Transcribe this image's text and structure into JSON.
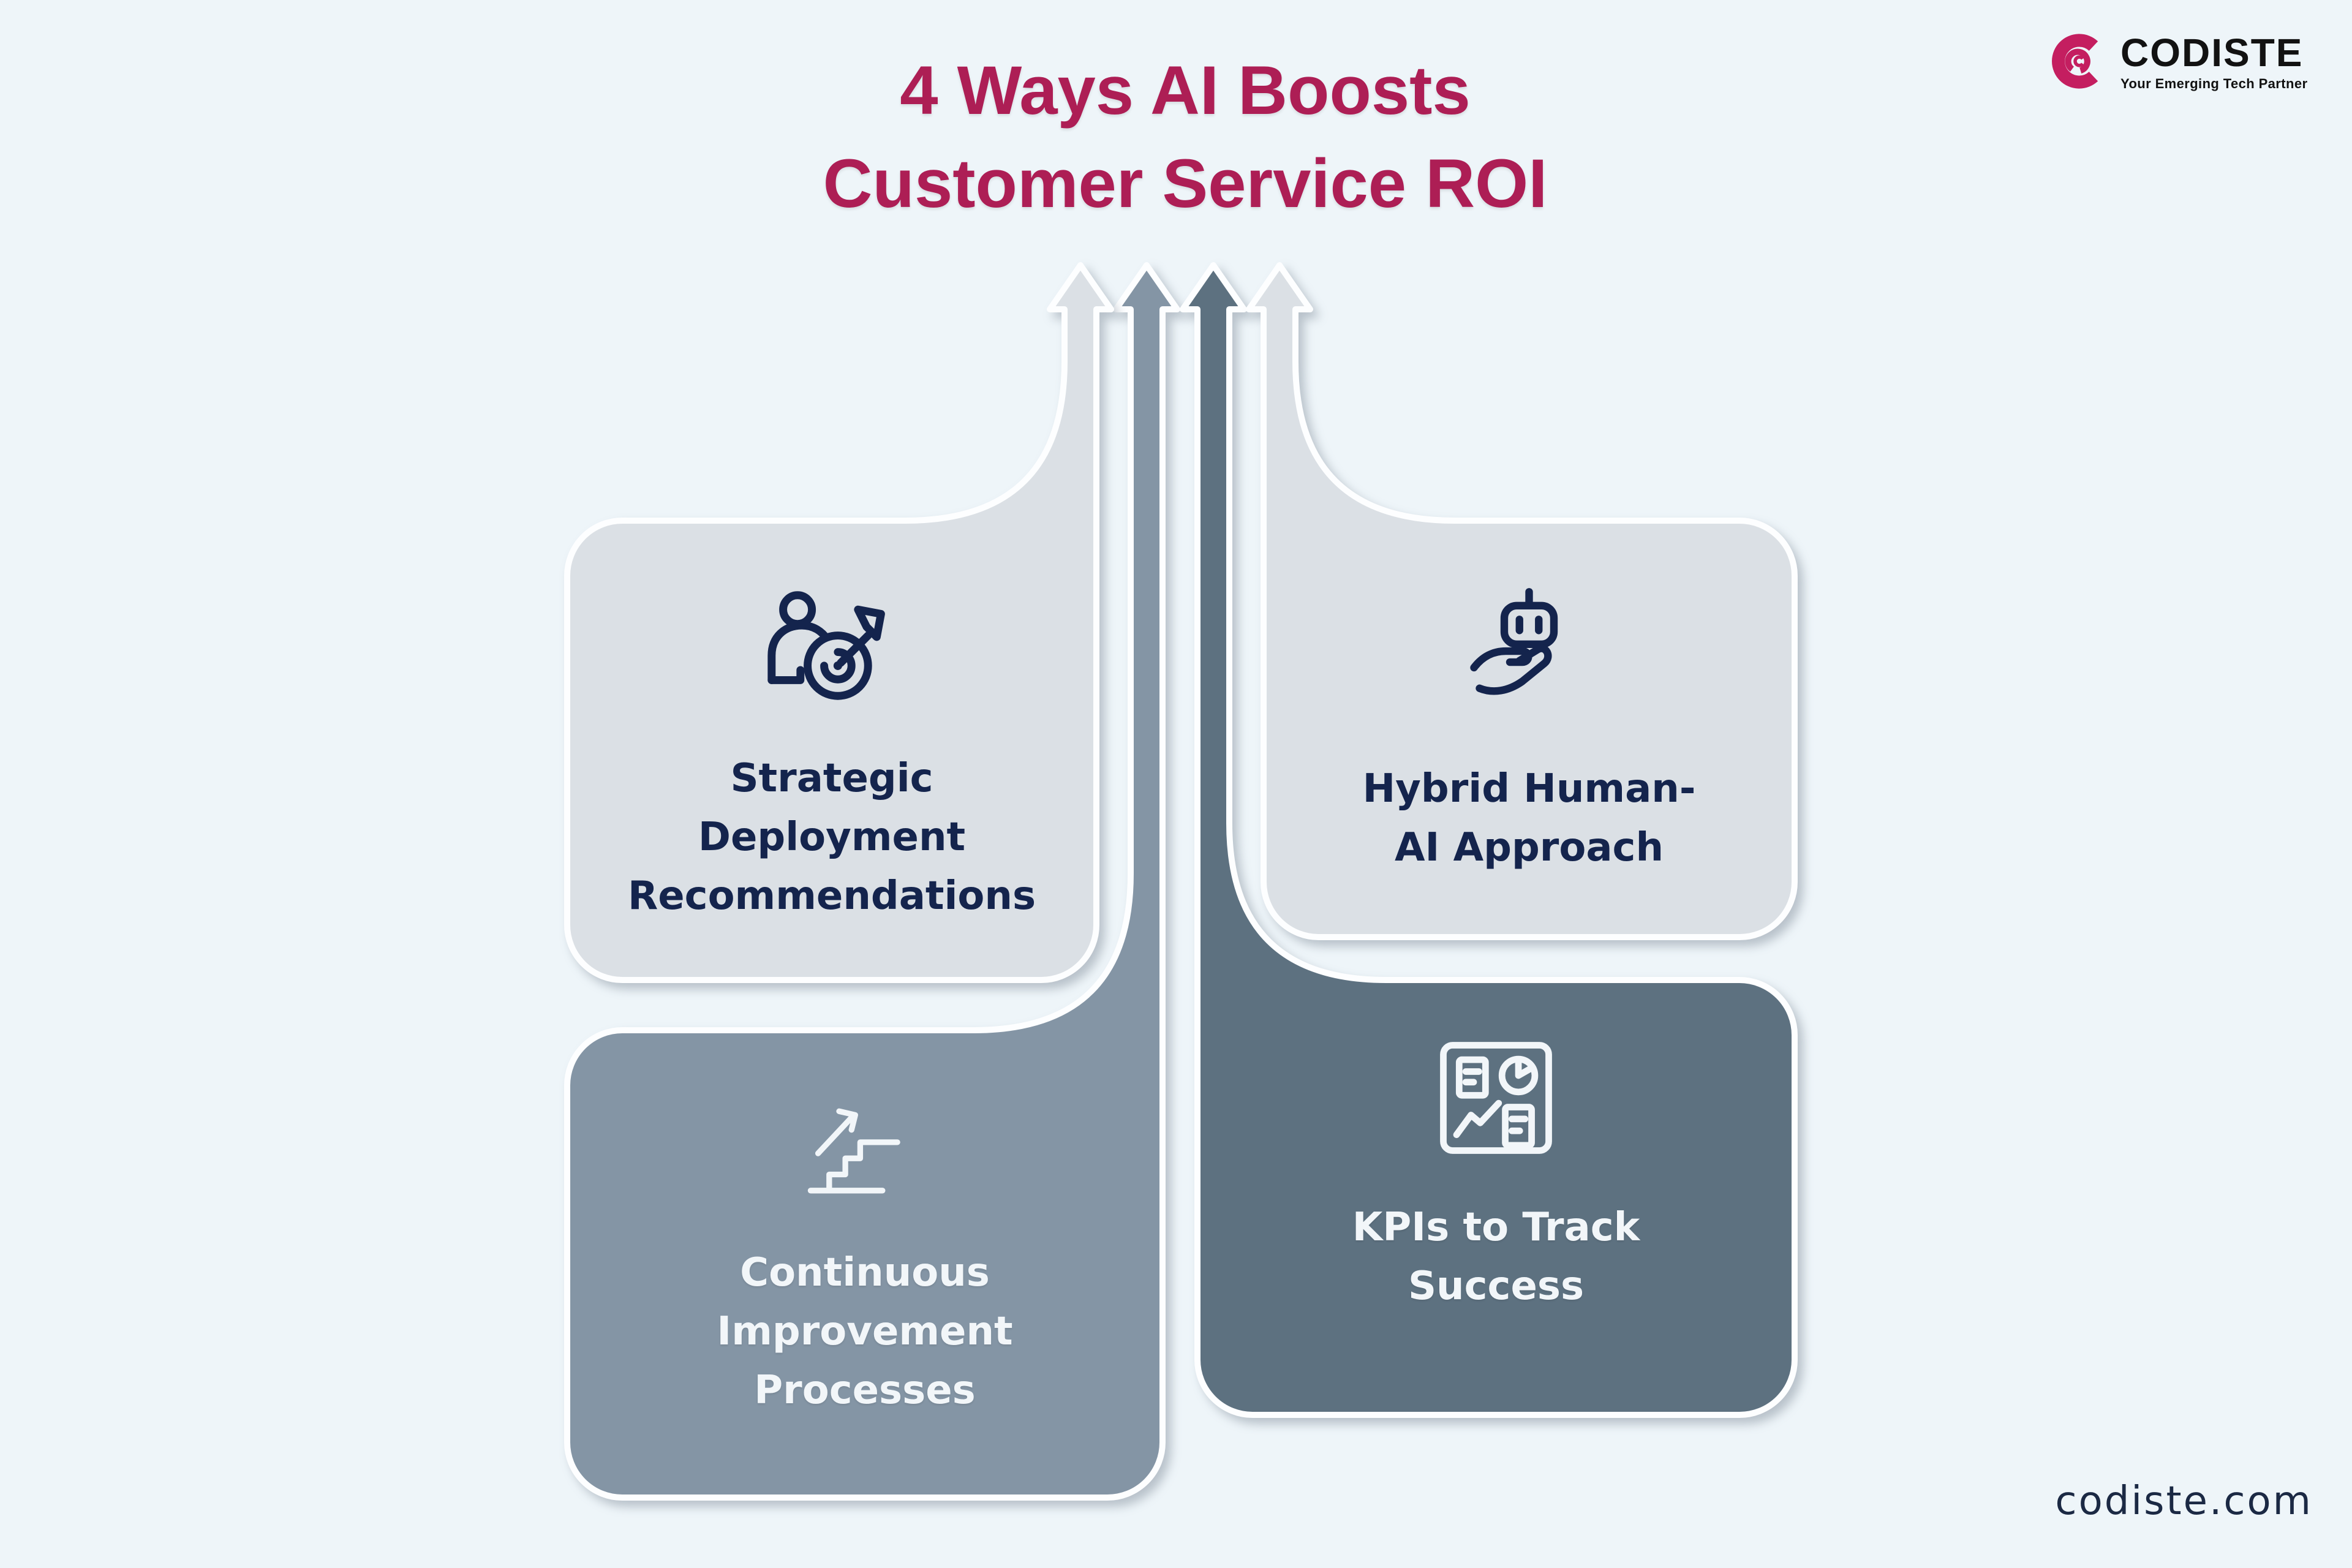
{
  "title": {
    "line1": "4 Ways AI Boosts",
    "line2": "Customer Service ROI"
  },
  "logo": {
    "name": "CODISTE",
    "tagline": "Your Emerging Tech Partner",
    "mark_icon": "codiste-c-icon"
  },
  "cards": [
    {
      "id": "strategic-deployment",
      "icon": "person-target-icon",
      "lines": [
        "Strategic",
        "Deployment",
        "Recommendations"
      ]
    },
    {
      "id": "hybrid-human-ai",
      "icon": "hand-robot-icon",
      "lines": [
        "Hybrid Human-",
        "AI Approach"
      ]
    },
    {
      "id": "continuous-improvement",
      "icon": "stairs-growth-icon",
      "lines": [
        "Continuous",
        "Improvement",
        "Processes"
      ]
    },
    {
      "id": "kpis-track-success",
      "icon": "kpi-dashboard-icon",
      "lines": [
        "KPIs to Track",
        "Success"
      ]
    }
  ],
  "footer": {
    "url": "codiste.com"
  },
  "colors": {
    "background": "#eef5f9",
    "title_accent": "#ad1e55",
    "card_light": "#dbe0e5",
    "card_medium": "#8495a5",
    "card_dark": "#5d7180",
    "icon_navy": "#14244d",
    "text_light": "#f2f6f9",
    "logo_magenta": "#c41e60",
    "footer_text": "#1b2944"
  }
}
